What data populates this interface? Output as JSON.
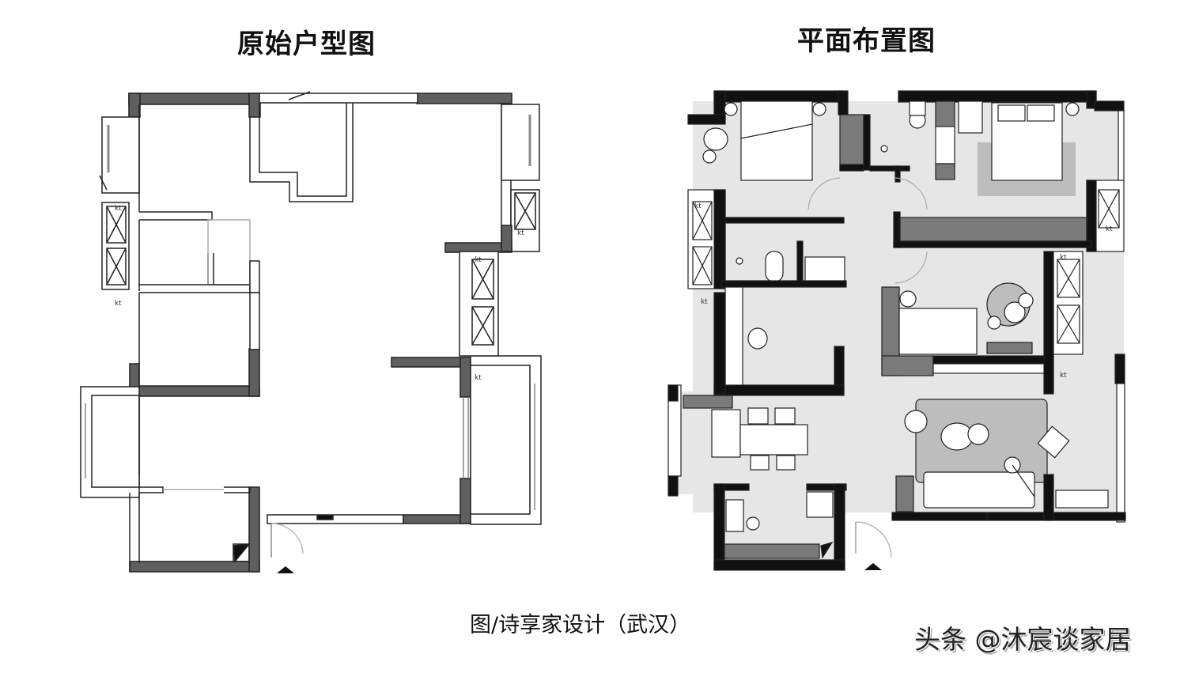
{
  "titles": {
    "original_plan": "原始户型图",
    "layout_plan": "平面布置图"
  },
  "caption": "图/诗享家设计（武汉）",
  "watermark": "头条 @沐宸谈家居",
  "labels": {
    "ac_unit": "kt"
  },
  "colors": {
    "background": "#ffffff",
    "wall_dark": "#5f5f5f",
    "wall_black": "#111111",
    "floor_fill": "#e6e6e6",
    "rug_fill": "#bdbdbd",
    "cabinet_fill": "#7a7a7a",
    "line": "#222222"
  },
  "plans": [
    {
      "name": "original-floor-plan",
      "title_key": "titles.original_plan"
    },
    {
      "name": "furnished-floor-plan",
      "title_key": "titles.layout_plan"
    }
  ]
}
